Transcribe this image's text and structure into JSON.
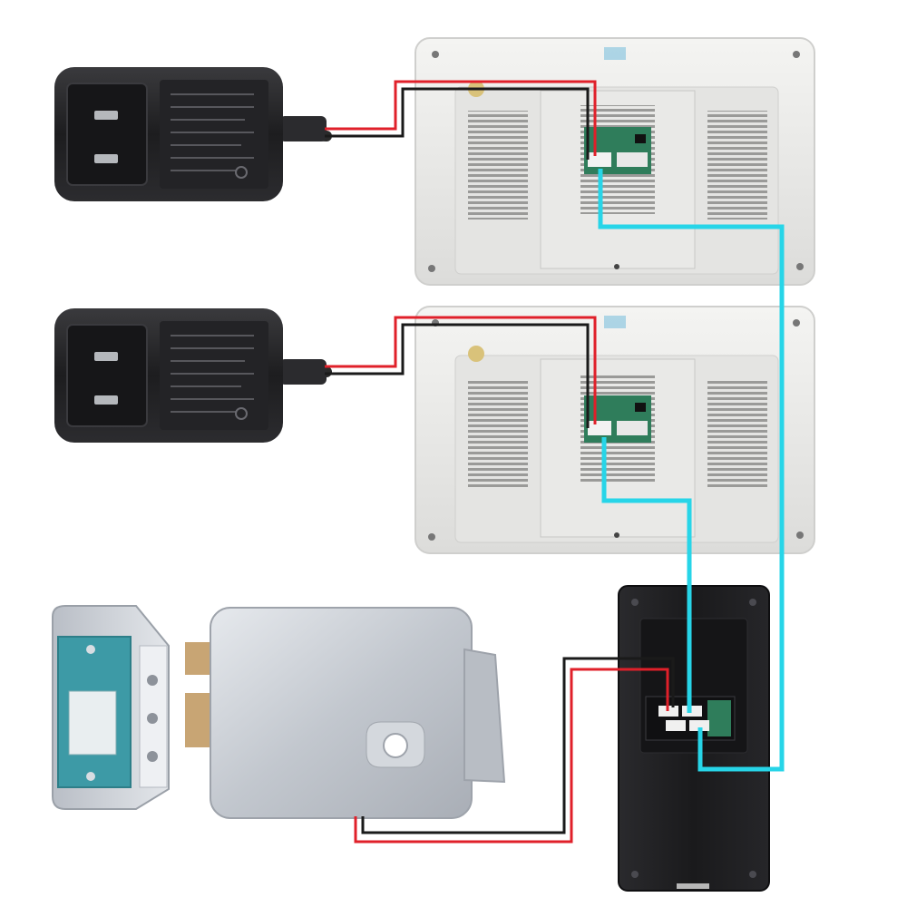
{
  "diagram": {
    "components": [
      {
        "id": "adapter-1",
        "kind": "power-adapter"
      },
      {
        "id": "adapter-2",
        "kind": "power-adapter"
      },
      {
        "id": "monitor-1",
        "kind": "indoor-monitor"
      },
      {
        "id": "monitor-2",
        "kind": "indoor-monitor"
      },
      {
        "id": "door-camera",
        "kind": "outdoor-camera-unit"
      },
      {
        "id": "strike-plate",
        "kind": "lock-strike-plate"
      },
      {
        "id": "electric-lock",
        "kind": "electric-lock"
      }
    ],
    "connections": [
      {
        "from": "adapter-1",
        "to": "monitor-1",
        "cable": "power",
        "colors": [
          "red",
          "black"
        ]
      },
      {
        "from": "adapter-2",
        "to": "monitor-2",
        "cable": "power",
        "colors": [
          "red",
          "black"
        ]
      },
      {
        "from": "monitor-1",
        "to": "door-camera",
        "cable": "signal",
        "colors": [
          "cyan"
        ]
      },
      {
        "from": "monitor-2",
        "to": "door-camera",
        "cable": "signal",
        "colors": [
          "cyan"
        ]
      },
      {
        "from": "electric-lock",
        "to": "door-camera",
        "cable": "lock",
        "colors": [
          "red",
          "black"
        ]
      }
    ]
  },
  "colors": {
    "wire_red": "#e0202a",
    "wire_black": "#1a1a1a",
    "signal_cyan": "#27d5e8",
    "monitor_shell": "#ededeb",
    "adapter_body": "#1d1d1f",
    "camera_body": "#1c1c1e",
    "lock_silver": "#c9cdd3",
    "strike_teal": "#3d9aa6",
    "pcb_green": "#2f7d5b"
  }
}
